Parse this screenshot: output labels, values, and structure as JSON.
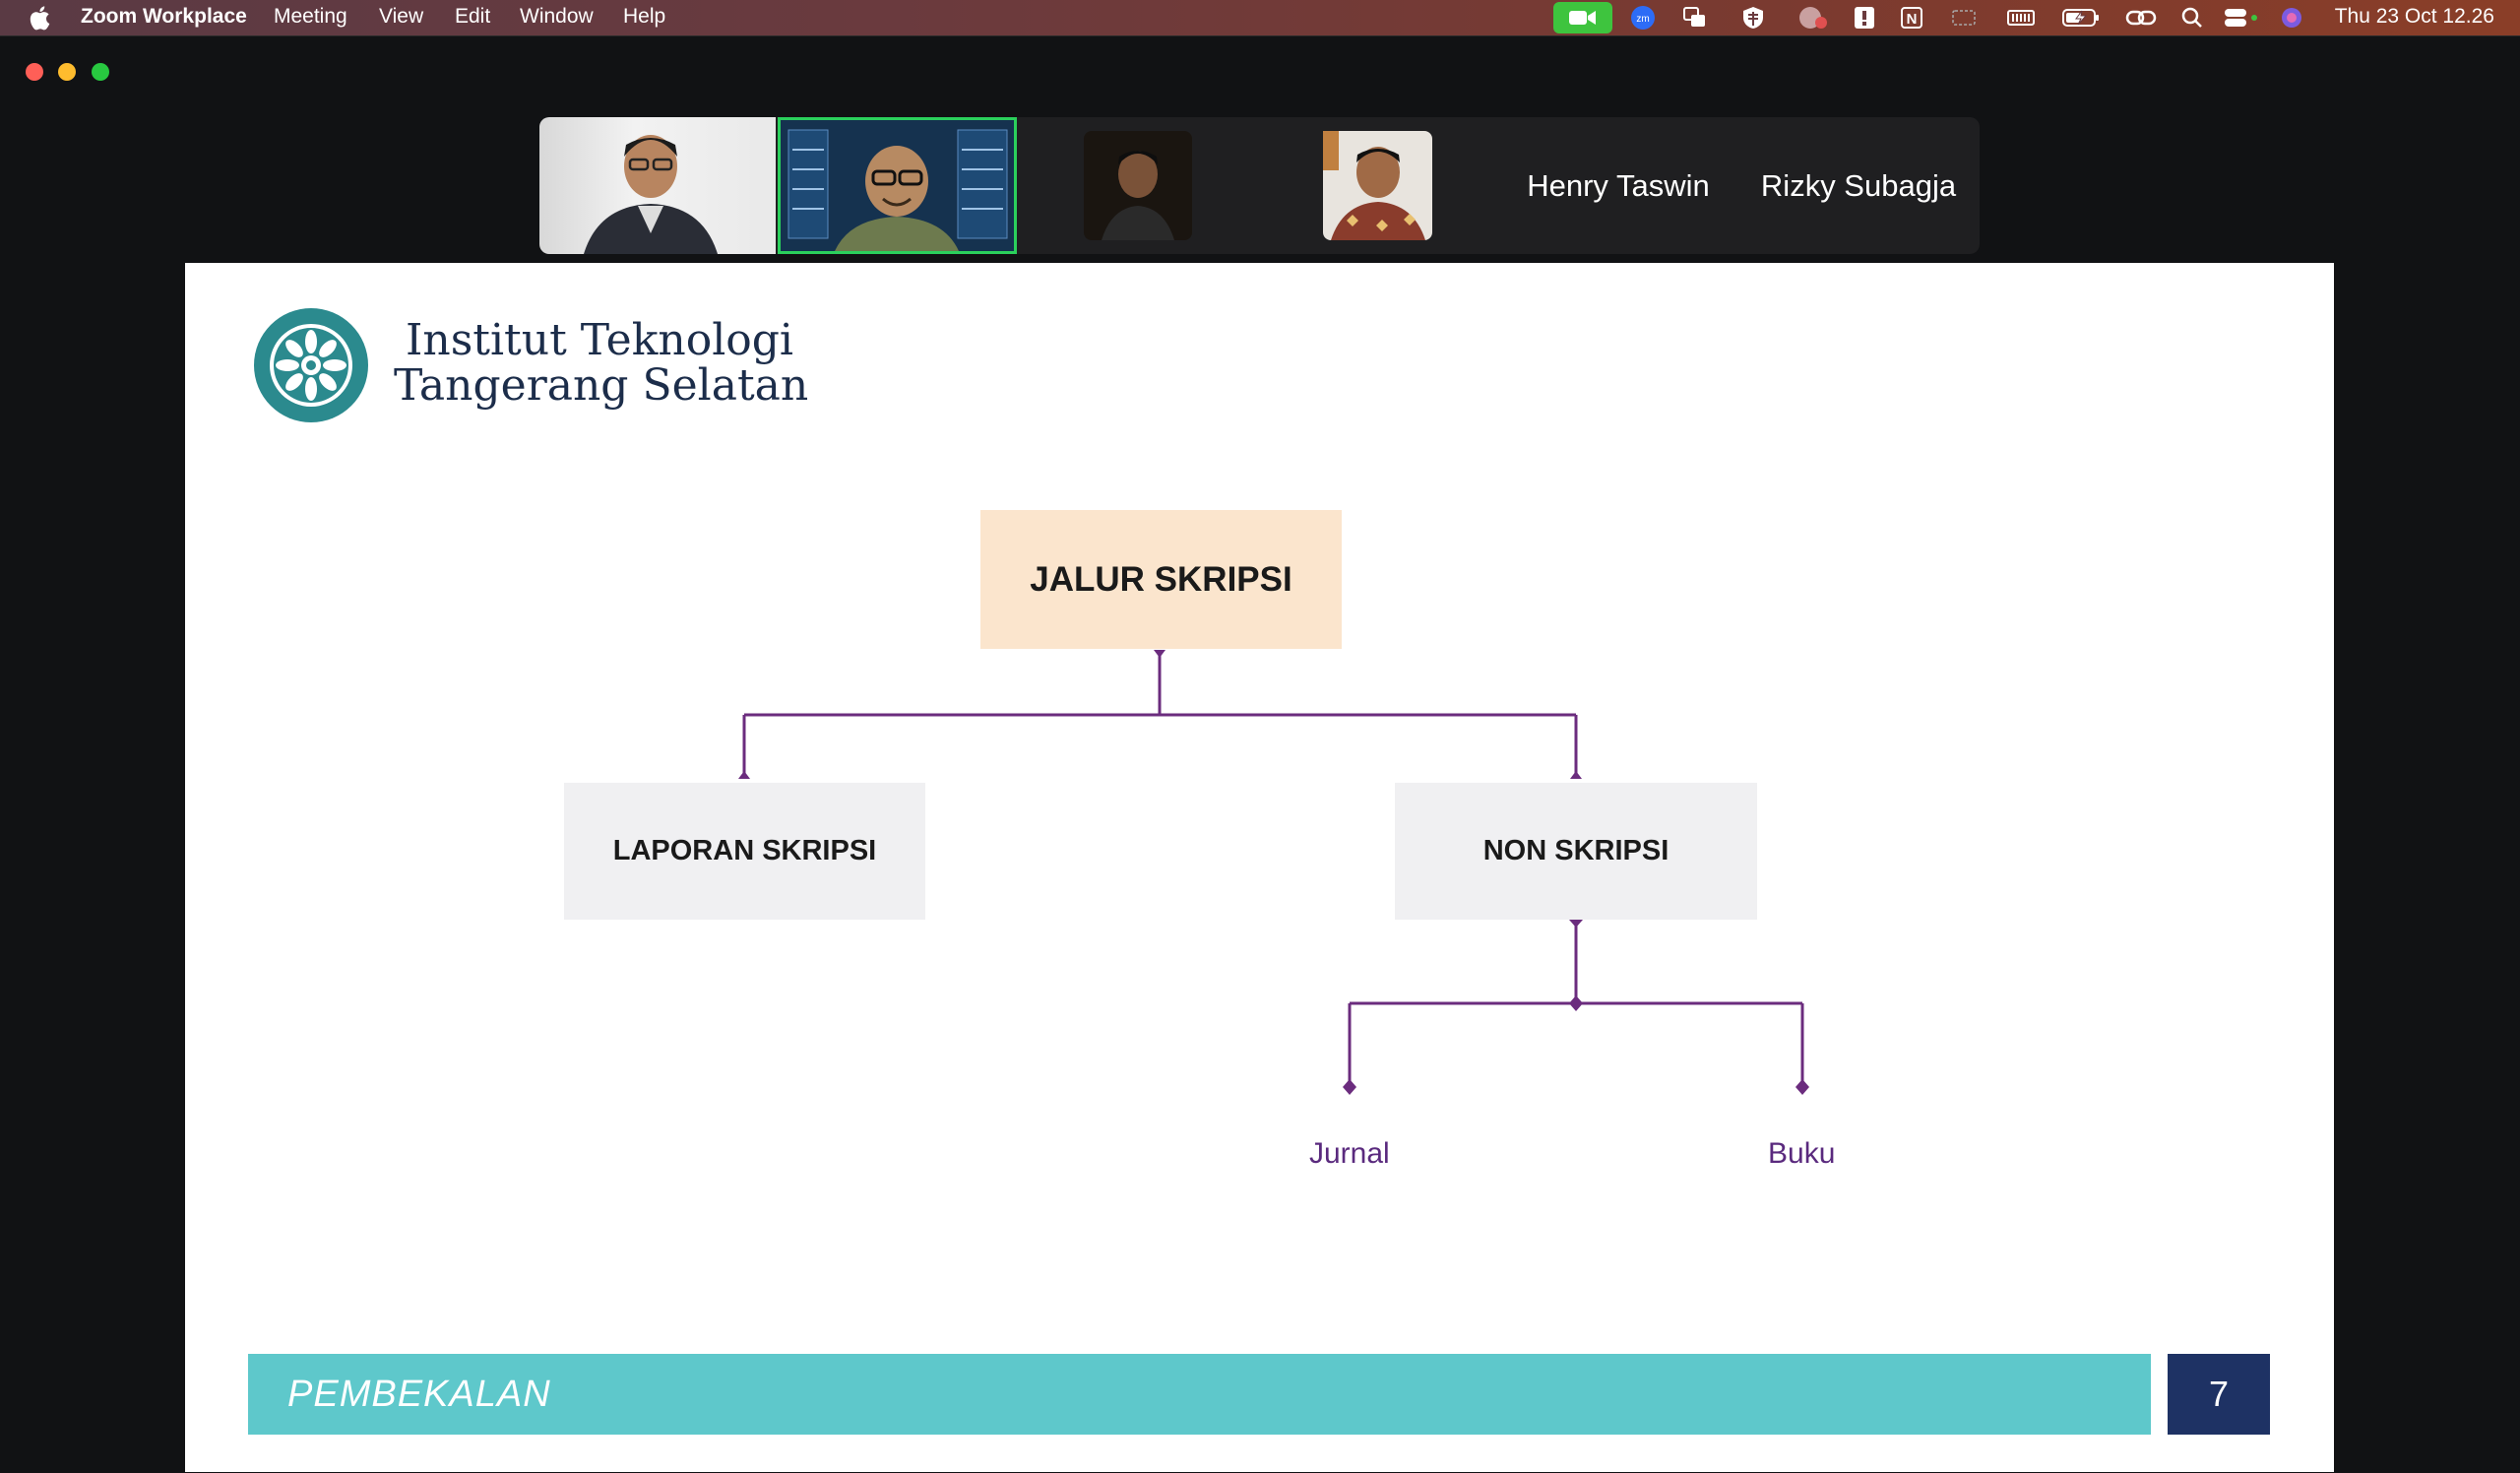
{
  "menubar": {
    "apple_icon": "apple-logo-icon",
    "app_name": "Zoom Workplace",
    "items": [
      "Meeting",
      "View",
      "Edit",
      "Window",
      "Help"
    ],
    "status_icons": [
      "zoom-video-icon",
      "zoom-zm-icon",
      "window-switch-icon",
      "shield-grid-icon",
      "globe-icon",
      "alert-icon",
      "notion-icon",
      "display-icon",
      "memory-icon",
      "battery-charging-icon",
      "link-icon",
      "search-icon",
      "control-center-icon",
      "siri-icon"
    ],
    "clock": "Thu 23 Oct  12.26"
  },
  "window": {
    "traffic_colors": {
      "close": "#ff5f57",
      "minimize": "#febc2e",
      "zoom": "#28c840"
    }
  },
  "participants": {
    "names": [
      "Henry Taswin",
      "Rizky Subagja"
    ],
    "active_border_color": "#2bd05c"
  },
  "slide": {
    "logo_line1": "Institut Teknologi",
    "logo_line2": "Tangerang Selatan",
    "root": "JALUR SKRIPSI",
    "branches": [
      "LAPORAN SKRIPSI",
      "NON SKRIPSI"
    ],
    "leaves": [
      "Jurnal",
      "Buku"
    ],
    "footer": "PEMBEKALAN",
    "page_number": "7",
    "colors": {
      "root_fill": "#fbe5cd",
      "branch_fill": "#f0f0f2",
      "connector": "#6b2c7e",
      "footer": "#5ec8cb",
      "page_badge": "#1e3264"
    }
  }
}
